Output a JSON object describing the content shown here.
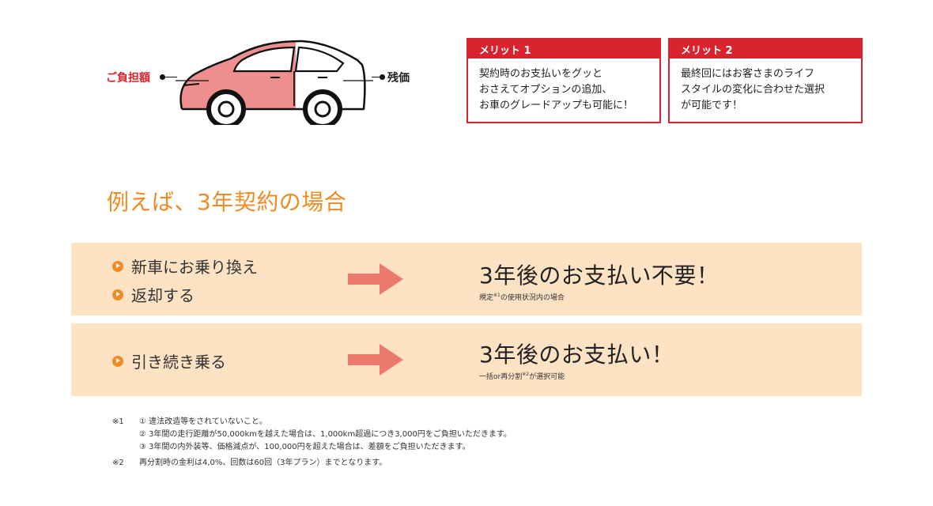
{
  "car": {
    "pay_label": "ご負担額",
    "residual_label": "残価",
    "colors": {
      "paid": "#ee8e8e",
      "outline": "#111111",
      "accent": "#d9232e"
    }
  },
  "merits": [
    {
      "title": "メリット 1",
      "lines": [
        "契約時のお支払いをグッと",
        "おさえてオプションの追加、",
        "お車のグレードアップも可能に！"
      ]
    },
    {
      "title": "メリット 2",
      "lines": [
        "最終回にはお客さまのライフ",
        "スタイルの変化に合わせた選択",
        "が可能です！"
      ]
    }
  ],
  "example_title": "例えば、3年契約の場合",
  "options": [
    {
      "bullets": [
        "新車にお乗り換え",
        "返却する"
      ],
      "result": "3年後のお支払い不要！",
      "note_before": "規定",
      "note_sup": "※1",
      "note_after": "の使用状況内の場合"
    },
    {
      "bullets": [
        "引き続き乗る"
      ],
      "result": "3年後のお支払い！",
      "note_before": "一括or再分割",
      "note_sup": "※2",
      "note_after": "が選択可能"
    }
  ],
  "footnotes": {
    "n1_mark": "※1",
    "n1_lines": [
      "① 違法改造等をされていないこと。",
      "② 3年間の走行距離が50,000kmを越えた場合は、1,000km超過につき3,000円をご負担いただきます。",
      "③ 3年間の内外装等、価格減点が、100,000円を超えた場合は、差額をご負担いただきます。"
    ],
    "n2_mark": "※2",
    "n2_text": "再分割時の金利は4,0%、回数は60回（3年プラン）までとなります。"
  },
  "colors": {
    "red": "#d9232e",
    "orange": "#f08a24",
    "band": "#fde2c4",
    "arrow": "#ec7a6c"
  }
}
